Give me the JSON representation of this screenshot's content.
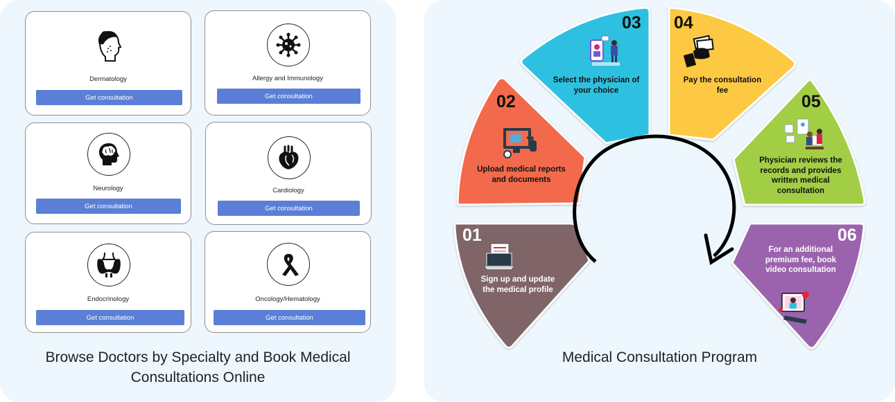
{
  "left": {
    "specialties": [
      {
        "name": "Dermatology",
        "icon": "dermatology-face-icon",
        "button": "Get consultation"
      },
      {
        "name": "Allergy and Immunology",
        "icon": "virus-icon",
        "button": "Get consultation"
      },
      {
        "name": "Neurology",
        "icon": "brain-head-icon",
        "button": "Get consultation"
      },
      {
        "name": "Cardiology",
        "icon": "heart-icon",
        "button": "Get consultation"
      },
      {
        "name": "Endocrinology",
        "icon": "thyroid-icon",
        "button": "Get consultation"
      },
      {
        "name": "Oncology/Hematology",
        "icon": "awareness-ribbon-icon",
        "button": "Get consultation"
      }
    ],
    "caption_line1": "Browse Doctors by Specialty and Book Medical",
    "caption_line2": "Consultations Online"
  },
  "right": {
    "caption": "Medical Consultation Program",
    "steps": [
      {
        "num": "01",
        "line1": "Sign up and update",
        "line2": "the medical profile",
        "color": "#806568",
        "icon": "laptop-form-icon"
      },
      {
        "num": "02",
        "line1": "Upload medical reports",
        "line2": "and documents",
        "color": "#f26b4c",
        "icon": "monitor-upload-icon"
      },
      {
        "num": "03",
        "line1": "Select the physician of",
        "line2": "your choice",
        "color": "#2ec0e0",
        "icon": "physician-select-icon"
      },
      {
        "num": "04",
        "line1": "Pay the consultation",
        "line2": "fee",
        "color": "#fdc843",
        "icon": "cash-hand-icon"
      },
      {
        "num": "05",
        "line1": "Physician reviews the",
        "line2": "records and provides",
        "line3": "written medical",
        "line4": "consultation",
        "color": "#a2ce44",
        "icon": "physician-review-icon"
      },
      {
        "num": "06",
        "line1": "For an additional",
        "line2": "premium fee, book",
        "line3": "video consultation",
        "color": "#9b63ad",
        "icon": "video-call-icon"
      }
    ]
  }
}
